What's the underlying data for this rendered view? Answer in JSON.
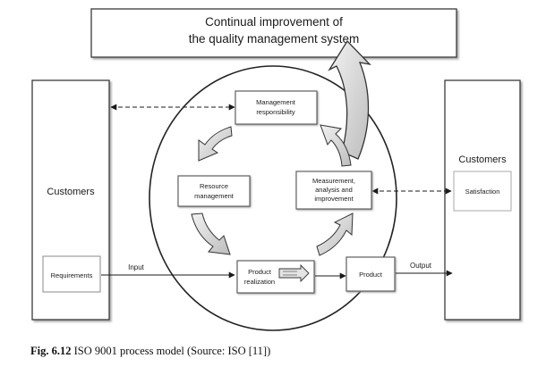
{
  "banner": {
    "line1": "Continual improvement of",
    "line2": "the quality management system"
  },
  "left_customers": {
    "title": "Customers",
    "requirements": "Requirements"
  },
  "right_customers": {
    "title": "Customers",
    "satisfaction": "Satisfaction"
  },
  "processes": {
    "management": {
      "line1": "Management",
      "line2": "responsibility"
    },
    "resource": {
      "line1": "Resource",
      "line2": "management"
    },
    "measurement": {
      "line1": "Measurement,",
      "line2": "analysis and",
      "line3": "improvement"
    },
    "realization": {
      "line1": "Product",
      "line2": "realization"
    }
  },
  "product": "Product",
  "flow_labels": {
    "input": "Input",
    "output": "Output"
  },
  "caption": {
    "label": "Fig. 6.12",
    "text": "ISO 9001 process model (Source: ISO [11])"
  },
  "colors": {
    "line": "#1a1a1a",
    "box_border": "#555555",
    "arrow_fill": "#d9d9d9"
  }
}
